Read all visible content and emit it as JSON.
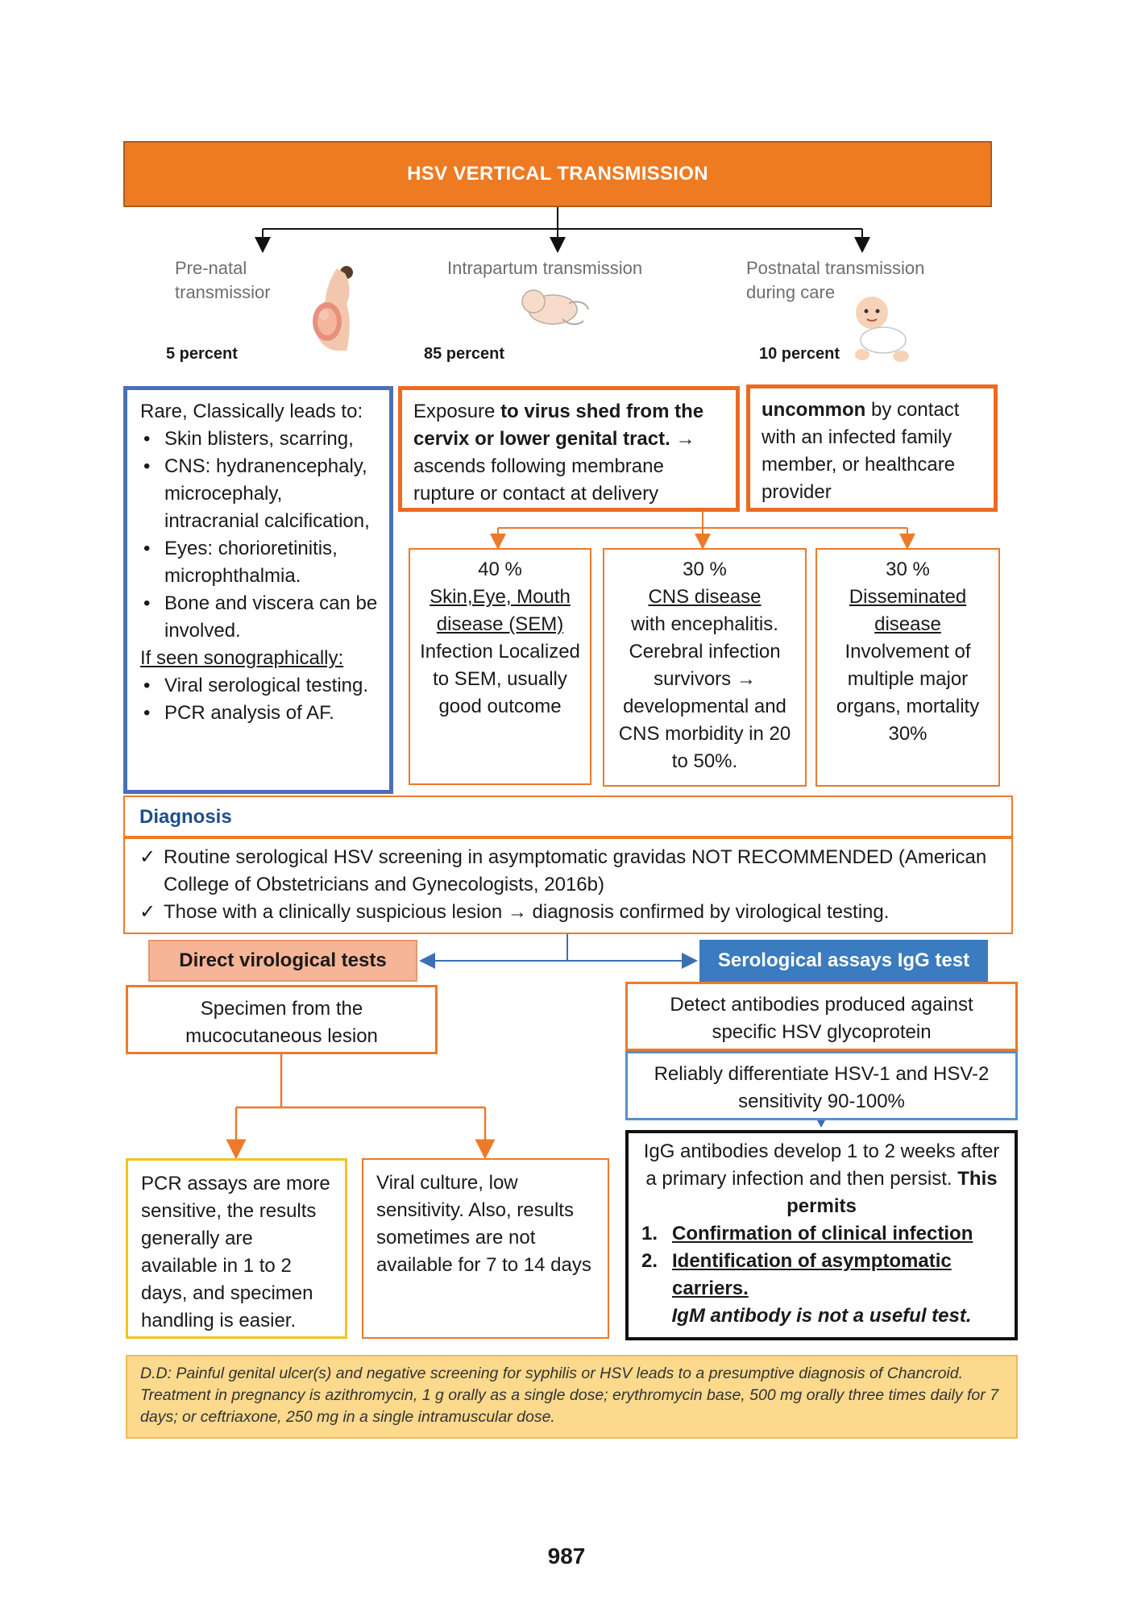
{
  "title": "HSV VERTICAL TRANSMISSION",
  "routes": [
    {
      "label_line1": "Pre-natal",
      "label_line2": "transmissior",
      "percent": "5 percent"
    },
    {
      "label_line1": "Intrapartum transmission",
      "percent": "85 percent"
    },
    {
      "label_line1": "Postnatal transmission",
      "label_line2": "during care",
      "percent": "10 percent"
    }
  ],
  "prenatal_box": {
    "intro": "Rare, Classically leads to:",
    "bullets": [
      "Skin blisters, scarring,",
      "CNS: hydranencephaly, microcephaly, intracranial calcification,",
      "Eyes: chorioretinitis, microphthalmia.",
      "Bone and viscera can be involved."
    ],
    "sono_heading": "If seen sonographically:",
    "sono_bullets": [
      "Viral serological testing.",
      "PCR analysis of AF."
    ]
  },
  "intrapartum_box": {
    "part1": "Exposure ",
    "part2_bold": "to virus shed from the cervix or lower genital tract.",
    "part3": " → ascends following membrane rupture or  contact at delivery"
  },
  "postnatal_box": {
    "bold": "uncommon",
    "rest": " by contact with an infected family member, or healthcare provider"
  },
  "outcomes": [
    {
      "pct": "40 %",
      "title": "Skin,Eye, Mouth disease (SEM)",
      "desc": "Infection Localized to SEM, usually good outcome"
    },
    {
      "pct": "30 %",
      "title": "CNS disease",
      "desc": "with encephalitis. Cerebral infection survivors → developmental and CNS morbidity in 20 to 50%."
    },
    {
      "pct": "30 %",
      "title": "Disseminated disease",
      "desc": "Involvement of multiple major organs, mortality 30%"
    }
  ],
  "diagnosis": {
    "heading": "Diagnosis",
    "check1": "Routine serological HSV screening in asymptomatic gravidas NOT RECOMMENDED (American College of Obstetricians and Gynecologists, 2016b)",
    "check2": "Those with a clinically suspicious lesion → diagnosis confirmed by virological testing."
  },
  "direct_tests": {
    "label": "Direct virological tests",
    "specimen": "Specimen from the mucocutaneous lesion",
    "pcr": "PCR assays are more sensitive, the results generally are available in 1 to 2 days, and specimen handling is easier.",
    "culture": "Viral culture, low sensitivity. Also, results sometimes are not available for 7 to 14 days"
  },
  "serological_tests": {
    "label": "Serological assays IgG test",
    "detect": "Detect antibodies produced against specific HSV glycoprotein",
    "reliably": "Reliably differentiate HSV-1 and HSV-2 sensitivity 90-100%",
    "igg_intro": "IgG antibodies develop 1 to 2 weeks after a primary infection and then persist.",
    "igg_permits": "This permits",
    "igg_items": [
      "Confirmation of clinical infection",
      "Identification of asymptomatic carriers."
    ],
    "igm_note": "IgM antibody is not a useful test."
  },
  "dd_note": "D.D: Painful genital ulcer(s) and negative screening for syphilis or HSV leads to a presumptive diagnosis of Chancroid. Treatment in pregnancy is azithromycin, 1 g orally as a single dose; erythromycin base, 500 mg orally three times daily for 7 days; or ceftriaxone, 250 mg in a single intramuscular dose.",
  "page_number": "987",
  "colors": {
    "orange": "#ee7a22",
    "blue": "#4a6fb5",
    "yellow": "#f2c21f",
    "note_bg": "#fbd98d",
    "tab_blue": "#3b7bbf",
    "tab_peach": "#f6b596"
  }
}
